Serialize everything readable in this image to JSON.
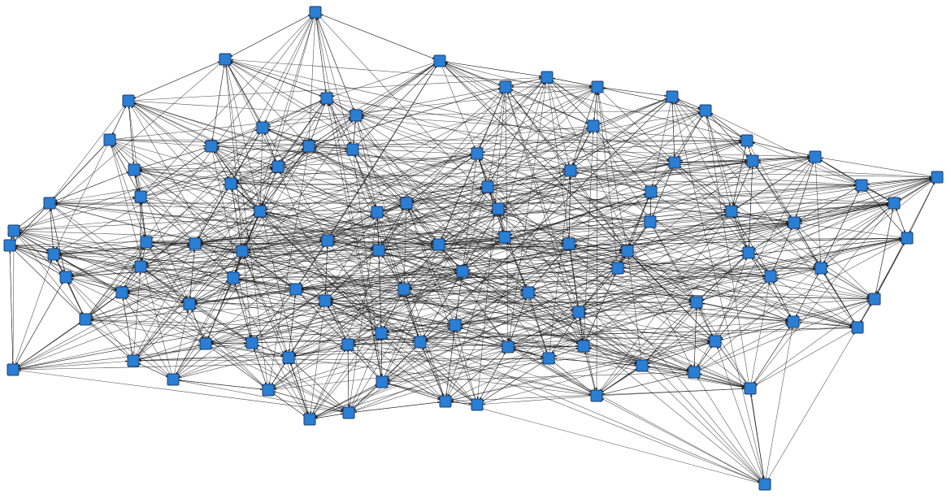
{
  "colors": {
    "background": "#ffffff",
    "node_fill": "#2a7fd4",
    "node_stroke": "#1d3b66",
    "edge": "#1a1a1a"
  },
  "graph": {
    "type": "directed-network",
    "node_count": 98,
    "edges_per_node": 12,
    "node_shape": "square",
    "labels_shown": false
  }
}
